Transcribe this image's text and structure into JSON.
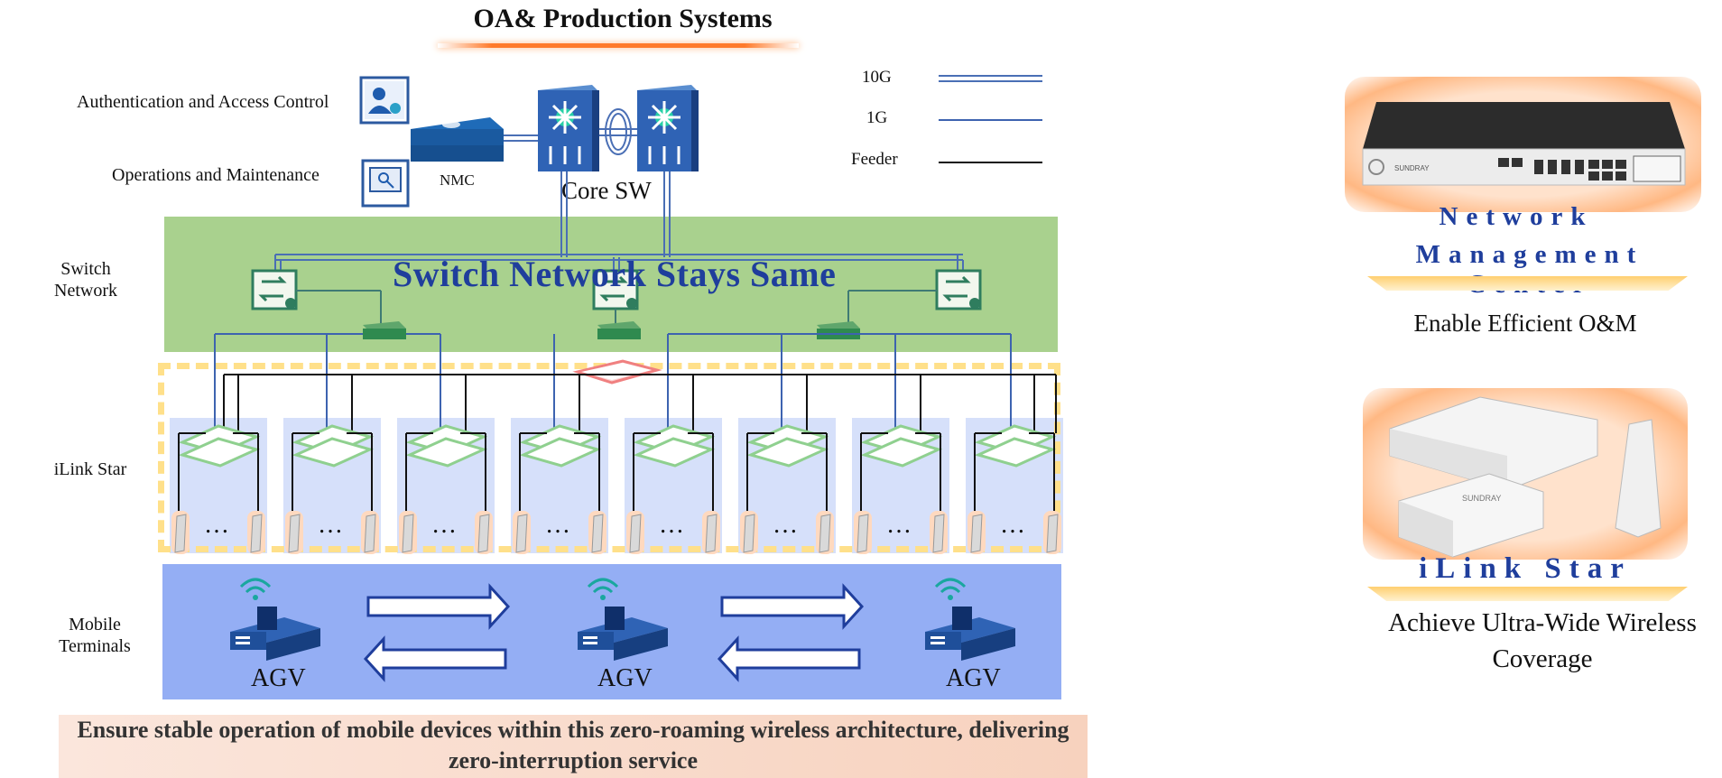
{
  "title": "OA& Production Systems",
  "top": {
    "auth_label": "Authentication and Access Control",
    "ops_label": "Operations and Maintenance",
    "nmc_label": "NMC",
    "core_label": "Core SW"
  },
  "legend": {
    "items": [
      {
        "label": "10G"
      },
      {
        "label": "1G"
      },
      {
        "label": "Feeder"
      }
    ],
    "colors": {
      "line_10g": "#4a6fb5",
      "line_1g": "#3d63b0",
      "line_feeder": "#111111"
    }
  },
  "layers": {
    "switch_network": "Switch\nNetwork",
    "ilink_star": "iLink Star",
    "mobile_terminals": "Mobile\nTerminals"
  },
  "switch_banner": "Switch Network Stays Same",
  "ellipsis": "…",
  "agv_label": "AGV",
  "bottom_text": "Ensure stable operation of mobile devices within this zero-roaming wireless architecture, delivering zero-interruption service",
  "right": {
    "nmc_title_1": "Network",
    "nmc_title_2": "Management Center",
    "nmc_sub": "Enable Efficient O&M",
    "nmc_device_brand": "SUNDRAY",
    "ilink_title": "iLink Star",
    "ilink_sub": "Achieve Ultra-Wide Wireless Coverage",
    "ilink_device_brand": "SUNDRAY"
  },
  "colors": {
    "green_band": "#a9d18e",
    "blue_band": "#94aef4",
    "dash": "#ffe08a",
    "accent_blue": "#1f3e9c",
    "glow_orange": "#ff9a4d"
  }
}
